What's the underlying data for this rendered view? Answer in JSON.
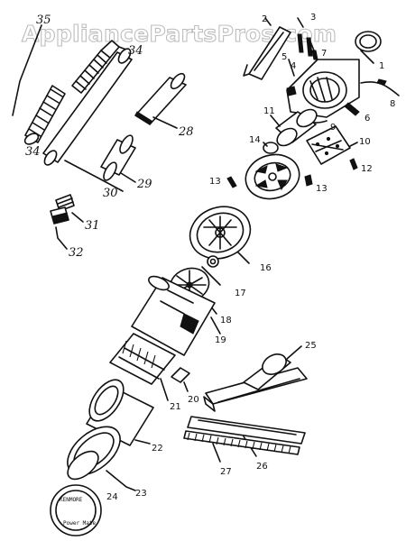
{
  "watermark": "AppliancePartsPros.com",
  "brand_seal": "KENMORE",
  "seal_subtext": "Power Mate",
  "callouts": {
    "c1": "1",
    "c2": "2",
    "c3": "3",
    "c4": "4",
    "c5": "5",
    "c6": "6",
    "c7": "7",
    "c8": "8",
    "c9": "9",
    "c10": "10",
    "c11": "11",
    "c12": "12",
    "c13a": "13",
    "c13b": "13",
    "c14": "14",
    "c16": "16",
    "c17": "17",
    "c18": "18",
    "c19": "19",
    "c20": "20",
    "c21": "21",
    "c22": "22",
    "c23": "23",
    "c24": "24",
    "c25": "25",
    "c26": "26",
    "c27": "27",
    "c28": "28",
    "c29": "29",
    "c30": "30",
    "c31": "31",
    "c32": "32",
    "c34a": "34",
    "c34b": "34",
    "c35": "35"
  }
}
